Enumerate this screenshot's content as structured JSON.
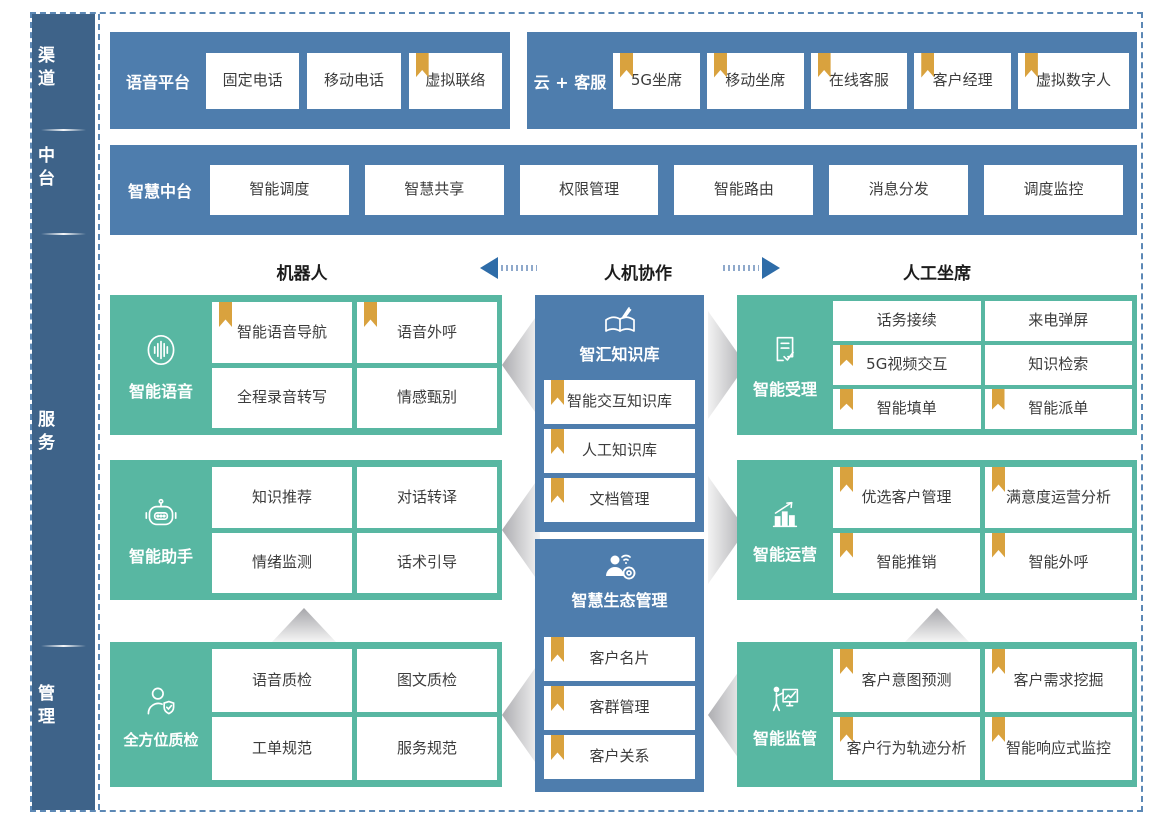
{
  "colors": {
    "sidebar_blue": "#3E6389",
    "block_blue": "#4E7DAD",
    "teal": "#58B7A2",
    "bookmark_gold": "#D9A23E",
    "arrow_blue": "#2E6CA8",
    "dashed_border": "#5C88B5"
  },
  "sidebar": {
    "labels": [
      {
        "label": "渠道"
      },
      {
        "label": "中台"
      },
      {
        "label": "服务"
      },
      {
        "label": "管理"
      }
    ]
  },
  "channel_row": {
    "voice_platform": {
      "title": "语音平台",
      "items": [
        {
          "label": "固定电话",
          "bookmark": false
        },
        {
          "label": "移动电话",
          "bookmark": false
        },
        {
          "label": "虚拟联络",
          "bookmark": true
        }
      ]
    },
    "cloud_service": {
      "title": "云 + 客服",
      "items": [
        {
          "label": "5G坐席",
          "bookmark": true
        },
        {
          "label": "移动坐席",
          "bookmark": true
        },
        {
          "label": "在线客服",
          "bookmark": true
        },
        {
          "label": "客户经理",
          "bookmark": true
        },
        {
          "label": "虚拟数字人",
          "bookmark": true
        }
      ]
    }
  },
  "platform_row": {
    "title": "智慧中台",
    "items": [
      {
        "label": "智能调度"
      },
      {
        "label": "智慧共享"
      },
      {
        "label": "权限管理"
      },
      {
        "label": "智能路由"
      },
      {
        "label": "消息分发"
      },
      {
        "label": "调度监控"
      }
    ]
  },
  "collab_header": {
    "left": "机器人",
    "center": "人机协作",
    "right": "人工坐席"
  },
  "robot_column": {
    "smart_voice": {
      "title": "智能语音",
      "icon": "voice-wave-icon",
      "items": [
        {
          "label": "智能语音导航",
          "bookmark": true
        },
        {
          "label": "语音外呼",
          "bookmark": true
        },
        {
          "label": "全程录音转写",
          "bookmark": false
        },
        {
          "label": "情感甄别",
          "bookmark": false
        }
      ]
    },
    "smart_assistant": {
      "title": "智能助手",
      "icon": "robot-icon",
      "items": [
        {
          "label": "知识推荐",
          "bookmark": false
        },
        {
          "label": "对话转译",
          "bookmark": false
        },
        {
          "label": "情绪监测",
          "bookmark": false
        },
        {
          "label": "话术引导",
          "bookmark": false
        }
      ]
    },
    "quality_check": {
      "title": "全方位质检",
      "icon": "inspector-shield-icon",
      "items": [
        {
          "label": "语音质检",
          "bookmark": false
        },
        {
          "label": "图文质检",
          "bookmark": false
        },
        {
          "label": "工单规范",
          "bookmark": false
        },
        {
          "label": "服务规范",
          "bookmark": false
        }
      ]
    }
  },
  "collab_column": {
    "knowledge_base": {
      "title": "智汇知识库",
      "icon": "book-pen-icon",
      "items": [
        {
          "label": "智能交互知识库",
          "bookmark": true
        },
        {
          "label": "人工知识库",
          "bookmark": true
        },
        {
          "label": "文档管理",
          "bookmark": true
        }
      ]
    },
    "eco_management": {
      "title": "智慧生态管理",
      "icon": "person-network-icon",
      "items": [
        {
          "label": "客户名片",
          "bookmark": true
        },
        {
          "label": "客群管理",
          "bookmark": true
        },
        {
          "label": "客户关系",
          "bookmark": true
        }
      ]
    }
  },
  "agent_column": {
    "smart_acceptance": {
      "title": "智能受理",
      "icon": "document-check-icon",
      "items": [
        {
          "label": "话务接续",
          "bookmark": false
        },
        {
          "label": "来电弹屏",
          "bookmark": false
        },
        {
          "label": "5G视频交互",
          "bookmark": true
        },
        {
          "label": "知识检索",
          "bookmark": false
        },
        {
          "label": "智能填单",
          "bookmark": true
        },
        {
          "label": "智能派单",
          "bookmark": true
        }
      ]
    },
    "smart_operation": {
      "title": "智能运营",
      "icon": "chart-growth-icon",
      "items": [
        {
          "label": "优选客户管理",
          "bookmark": true
        },
        {
          "label": "满意度运营分析",
          "bookmark": true
        },
        {
          "label": "智能推销",
          "bookmark": true
        },
        {
          "label": "智能外呼",
          "bookmark": true
        }
      ]
    },
    "smart_supervision": {
      "title": "智能监管",
      "icon": "presenter-chart-icon",
      "items": [
        {
          "label": "客户意图预测",
          "bookmark": true
        },
        {
          "label": "客户需求挖掘",
          "bookmark": true
        },
        {
          "label": "客户行为轨迹分析",
          "bookmark": true
        },
        {
          "label": "智能响应式监控",
          "bookmark": true
        }
      ]
    }
  }
}
